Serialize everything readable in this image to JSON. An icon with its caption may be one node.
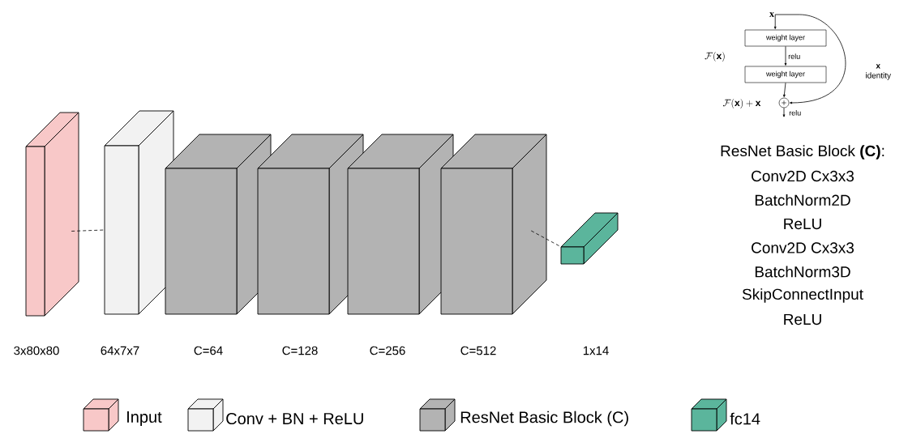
{
  "diagram": {
    "nodes": [
      {
        "text": [],
        "shape": "box",
        "beside": [
          "3x80x80"
        ]
      },
      {
        "text": [],
        "shape": "box",
        "beside": [
          "64x7x7"
        ]
      },
      {
        "text": [],
        "shape": "box",
        "beside": [
          "C=64"
        ]
      },
      {
        "text": [],
        "shape": "box",
        "beside": [
          "C=128"
        ]
      },
      {
        "text": [],
        "shape": "box",
        "beside": [
          "C=256"
        ]
      },
      {
        "text": [],
        "shape": "box",
        "beside": [
          "C=512"
        ]
      },
      {
        "text": [],
        "shape": "box"
      },
      {
        "text": [
          "x"
        ]
      },
      {
        "text": [
          "weight layer"
        ]
      },
      {
        "text": [
          "weight layer"
        ]
      },
      {
        "text": [],
        "shape": "circle"
      }
    ],
    "edges": [
      {
        "from": 0,
        "to": 1,
        "arrow": "none",
        "style": "dashed"
      },
      {
        "from": 5,
        "to": 6,
        "arrow": "none",
        "style": "dashed"
      },
      {
        "from": 7,
        "to": 8,
        "arrow": "to"
      },
      {
        "from": 8,
        "to": 9,
        "arrow": "to",
        "label": "relu"
      },
      {
        "from": 9,
        "to": 10,
        "arrow": "to"
      },
      {
        "from": 7,
        "to": 10,
        "arrow": "to",
        "label": "**x** identity"
      },
      {
        "from": 10,
        "to": null,
        "arrow": "to",
        "label": "relu"
      }
    ],
    "labels": [
      "\\mathcal{F}(\\mathbf{x})",
      "\\mathcal{F}(\\mathbf{x})+\\mathbf{x}",
      "ResNet Basic Block **(C)**:",
      "Conv2D Cx3x3",
      "BatchNorm2D",
      "ReLU",
      "Conv2D Cx3x3",
      "BatchNorm3D",
      "SkipConnectInput",
      "ReLU",
      "1x14"
    ],
    "legend": [
      {
        "text": "Input",
        "color": "#f8c8c8"
      },
      {
        "text": "Conv + BN + ReLU",
        "color": "#f2f2f2"
      },
      {
        "text": "ResNet Basic Block (C)",
        "color": "#b3b3b3"
      },
      {
        "text": "fc14",
        "color": "#5bb59c"
      }
    ]
  }
}
